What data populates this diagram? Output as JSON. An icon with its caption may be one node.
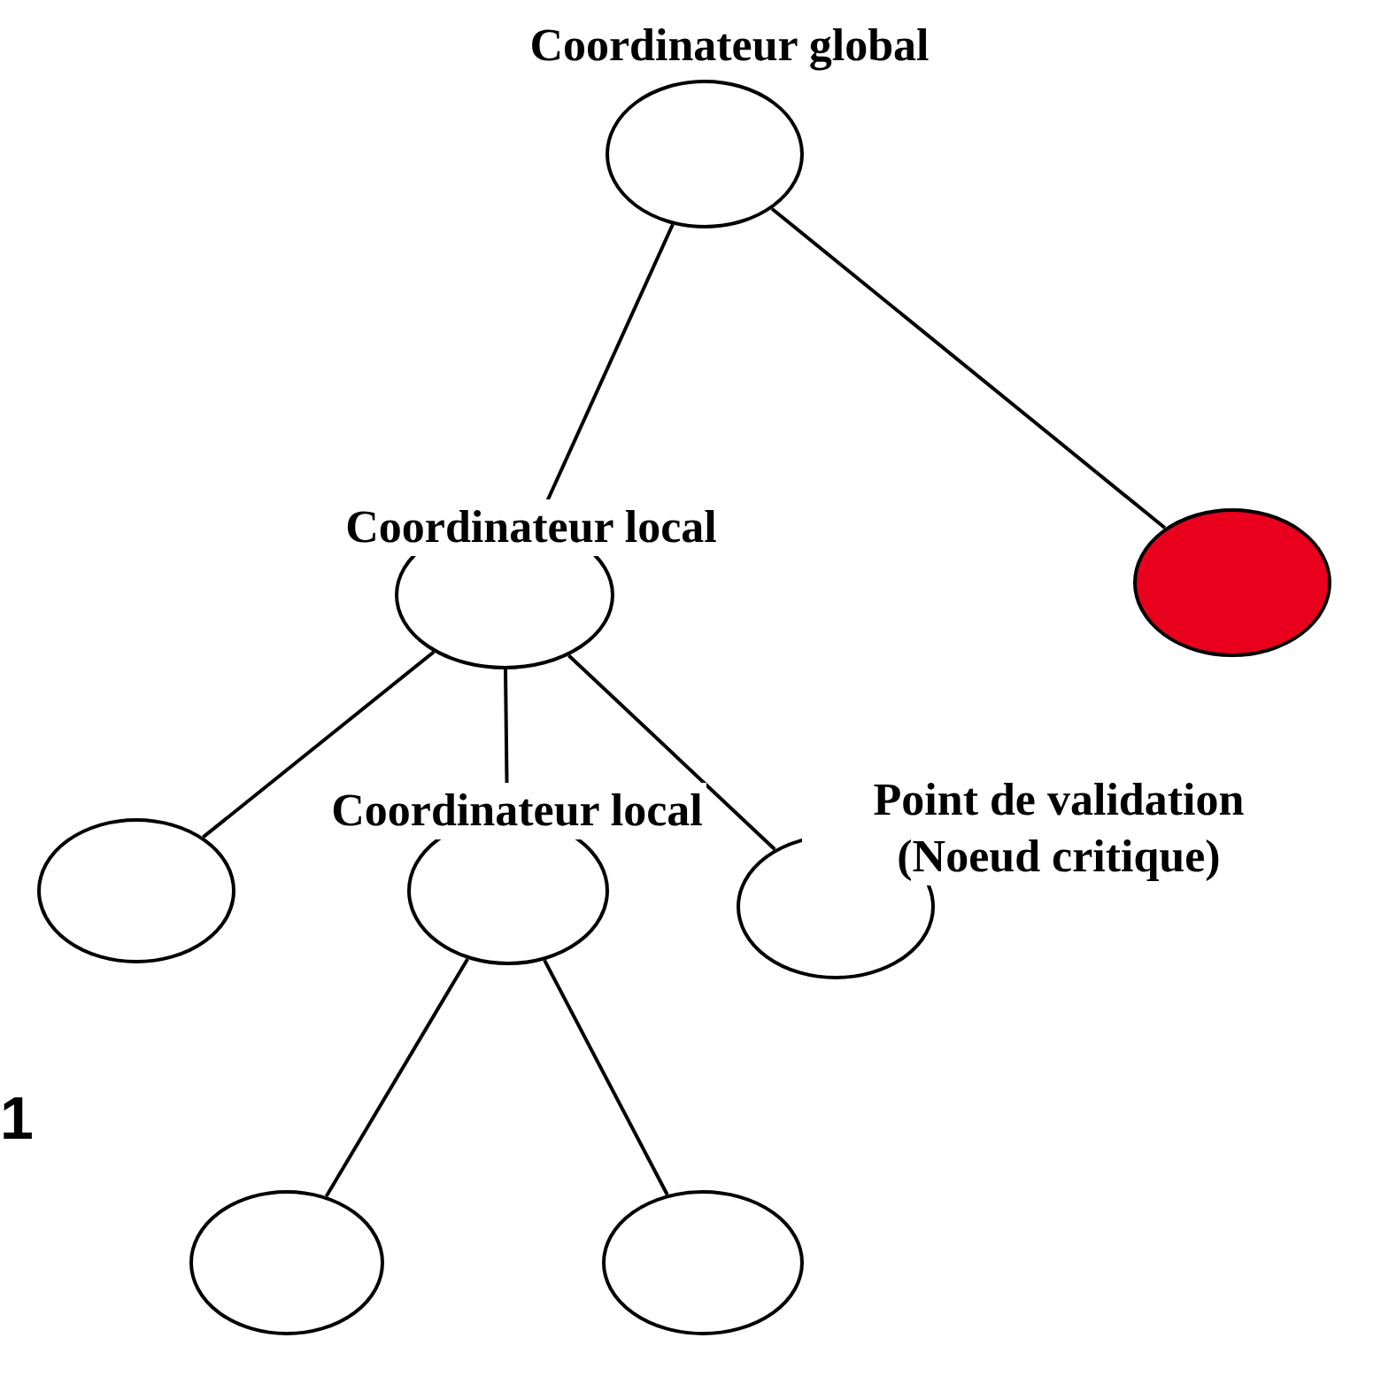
{
  "diagram": {
    "nodes": [
      {
        "text": [
          "Coordinateur global"
        ]
      },
      {
        "text": [
          "Coordinateur local"
        ]
      },
      {
        "text": [],
        "shape": "circle"
      },
      {
        "text": [],
        "shape": "circle"
      },
      {
        "text": [
          "Coordinateur local"
        ]
      },
      {
        "text": [],
        "shape": "circle",
        "beside": [
          "Point de validation (Noeud critique)"
        ]
      },
      {
        "text": [],
        "shape": "circle"
      },
      {
        "text": [],
        "shape": "circle"
      }
    ],
    "edges": [
      {
        "from": 0,
        "to": 1,
        "arrow": "none"
      },
      {
        "from": 0,
        "to": 2,
        "arrow": "none"
      },
      {
        "from": 1,
        "to": 3,
        "arrow": "none"
      },
      {
        "from": 1,
        "to": 4,
        "arrow": "none"
      },
      {
        "from": 1,
        "to": 5,
        "arrow": "none"
      },
      {
        "from": 4,
        "to": 6,
        "arrow": "none"
      },
      {
        "from": 4,
        "to": 7,
        "arrow": "none"
      }
    ],
    "labels": [
      "1"
    ]
  }
}
